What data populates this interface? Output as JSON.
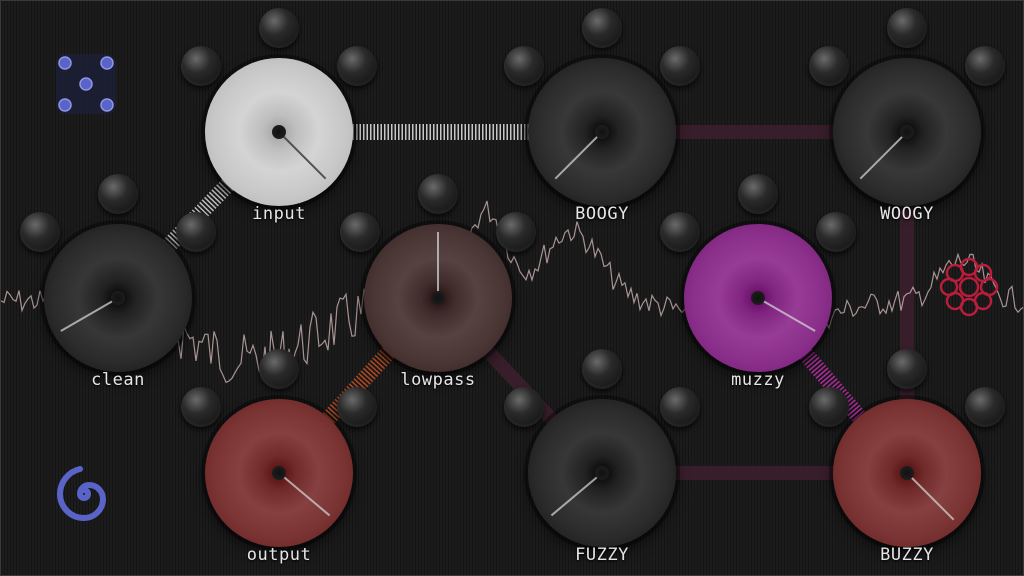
{
  "nodes": [
    {
      "id": "input",
      "label": "input",
      "color": "#c8c8c8",
      "pointer_deg": 45
    },
    {
      "id": "boogy",
      "label": "BOOGY",
      "color": "#2c2c2c",
      "pointer_deg": 135
    },
    {
      "id": "woogy",
      "label": "WOOGY",
      "color": "#2c2c2c",
      "pointer_deg": 135
    },
    {
      "id": "clean",
      "label": "clean",
      "color": "#2b2b2b",
      "pointer_deg": 150
    },
    {
      "id": "lowpass",
      "label": "lowpass",
      "color": "#4a3634",
      "pointer_deg": 270
    },
    {
      "id": "muzzy",
      "label": "muzzy",
      "color": "#8a2f8a",
      "pointer_deg": 30
    },
    {
      "id": "output",
      "label": "output",
      "color": "#7a3434",
      "pointer_deg": 40
    },
    {
      "id": "fuzzy",
      "label": "FUZZY",
      "color": "#2b2b2b",
      "pointer_deg": 140
    },
    {
      "id": "buzzy",
      "label": "BUZZY",
      "color": "#7a3434",
      "pointer_deg": 45
    }
  ],
  "icons": {
    "dice": "dice-icon",
    "spiral": "spiral-icon",
    "flower": "flower-icon"
  },
  "colors": {
    "background": "#1c1c1c",
    "waveform": "#cdb3b3",
    "icon_blue": "#5a64c8",
    "icon_red": "#b81d3c"
  }
}
